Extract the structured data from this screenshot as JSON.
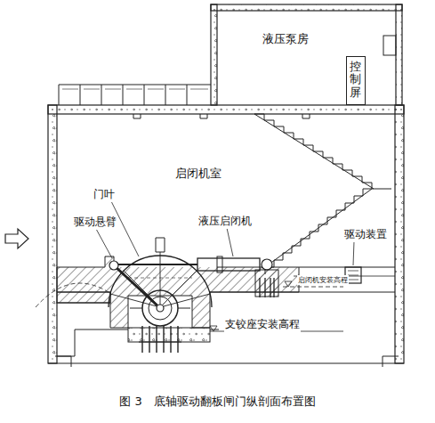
{
  "diagram": {
    "caption": "图 3　底轴驱动翻板闸门纵剖面布置图",
    "nodes": [
      {
        "text": [
          "液压泵房"
        ]
      },
      {
        "text": [
          "控制屏"
        ],
        "in": 0
      }
    ],
    "labels": [
      "启闭机室",
      "门叶",
      "驱动悬臂",
      "液压启闭机",
      "驱动装置",
      "启闭机安装高程",
      "支铰座安装高程"
    ]
  }
}
